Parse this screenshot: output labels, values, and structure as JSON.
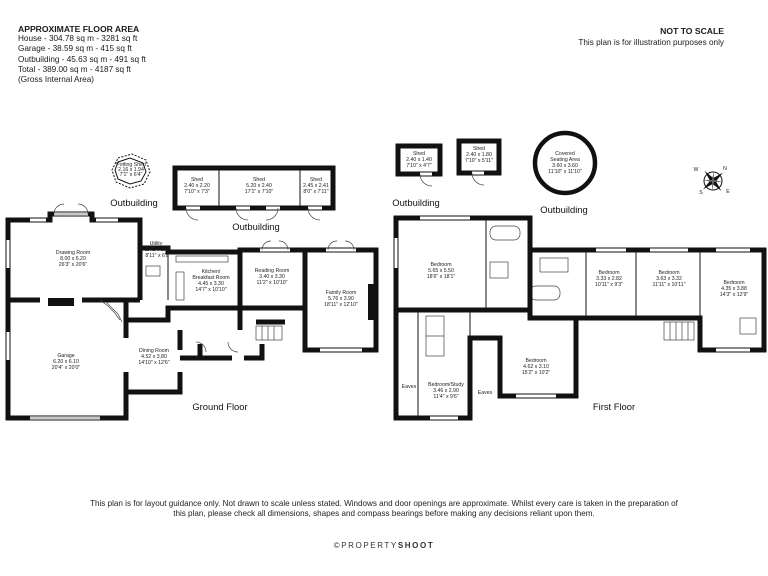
{
  "area": {
    "title": "APPROXIMATE FLOOR AREA",
    "lines": [
      "House - 304.78 sq m - 3281 sq ft",
      "Garage - 38.59 sq m - 415 sq ft",
      "Outbuilding - 45.63 sq m - 491 sq ft",
      "Total - 389.00 sq m - 4187 sq ft",
      "(Gross Internal Area)"
    ]
  },
  "scale_note": {
    "title": "NOT TO SCALE",
    "text": "This plan is for illustration purposes only"
  },
  "rooms": {
    "potting_shed": [
      "Potting Shed",
      "2.16 x 1.94",
      "7'1\" x 6'4\""
    ],
    "shed_1": [
      "Shed",
      "2.40 x 2.20",
      "7'10\" x 7'3\""
    ],
    "shed_2": [
      "Shed",
      "5.20 x 2.40",
      "17'1\" x 7'10\""
    ],
    "shed_3": [
      "Shed",
      "2.45 x 2.41",
      "8'0\" x 7'11\""
    ],
    "drawing_room": [
      "Drawing Room",
      "8.00 x 6.20",
      "26'3\" x 20'6\""
    ],
    "utility": [
      "Utility",
      "2.72 x 2.02",
      "8'11\" x 6'8\""
    ],
    "kitchen": [
      "Kitchen/",
      "Breakfast Room",
      "4.45 x 3.30",
      "14'7\" x 10'10\""
    ],
    "reading_room": [
      "Reading Room",
      "3.40 x 3.30",
      "11'2\" x 10'10\""
    ],
    "family_room": [
      "Family Room",
      "5.76 x 3.90",
      "18'11\" x 12'10\""
    ],
    "garage": [
      "Garage",
      "6.20 x 6.10",
      "20'4\" x 20'0\""
    ],
    "dining_room": [
      "Dining Room",
      "4.52 x 3.80",
      "14'10\" x 12'6\""
    ],
    "shed_4": [
      "Shed",
      "2.40 x 1.40",
      "7'10\" x 4'7\""
    ],
    "shed_5": [
      "Shed",
      "2.40 x 1.80",
      "7'10\" x 5'11\""
    ],
    "covered_seating": [
      "Covered",
      "Seating Area",
      "3.60 x 3.60",
      "11'10\" x 11'10\""
    ],
    "bedroom_1": [
      "Bedroom",
      "5.65 x 5.50",
      "18'6\" x 18'1\""
    ],
    "bedroom_2": [
      "Bedroom",
      "3.33 x 2.82",
      "10'11\" x 9'3\""
    ],
    "bedroom_3": [
      "Bedroom",
      "3.63 x 3.32",
      "11'11\" x 10'11\""
    ],
    "bedroom_4": [
      "Bedroom",
      "4.35 x 3.88",
      "14'3\" x 12'9\""
    ],
    "bedroom_5": [
      "Bedroom",
      "4.62 x 3.10",
      "15'2\" x 10'2\""
    ],
    "bedroom_study": [
      "Bedroom/Study",
      "3.46 x 2.90",
      "11'4\" x 9'6\""
    ],
    "eaves_1": [
      "Eaves"
    ],
    "eaves_2": [
      "Eaves"
    ]
  },
  "labels": {
    "outbuilding": "Outbuilding",
    "ground_floor": "Ground Floor",
    "first_floor": "First Floor"
  },
  "compass": {
    "letters": [
      "N",
      "S",
      "E",
      "W"
    ]
  },
  "disclaimer": "This plan is for layout guidance only. Not drawn to scale unless stated. Windows and door openings are approximate. Whilst every care is taken in the preparation of this plan, please check all dimensions, shapes and compass bearings before making any decisions reliant upon them.",
  "brand": {
    "symbol": "©",
    "part1": "PROPERTY",
    "part2": "SHOOT"
  }
}
